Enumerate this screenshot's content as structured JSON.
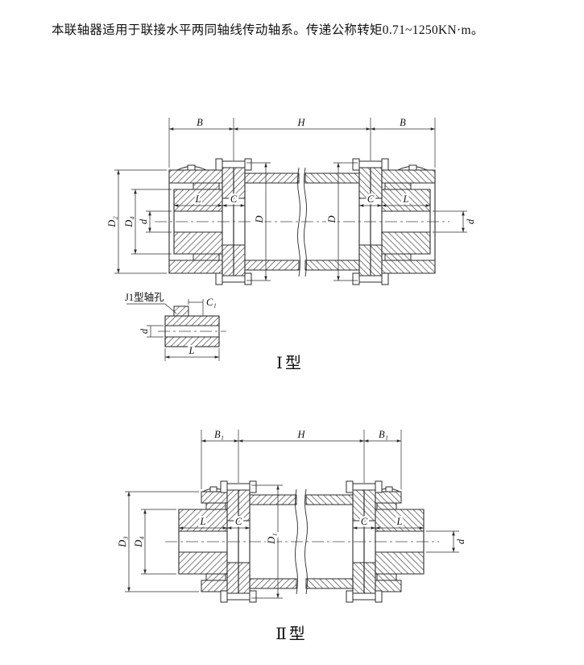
{
  "colors": {
    "ink": "#2b2b2b",
    "paper": "#ffffff"
  },
  "header": {
    "text": "本联轴器适用于联接水平两同轴线传动轴系。传递公称转矩0.71~1250KN·m。"
  },
  "figure_type1": {
    "title": "Ⅰ型",
    "dims": {
      "b_left": "B",
      "h": "H",
      "b_right": "B",
      "d2": "D₂",
      "d4": "D₄",
      "d_left": "d",
      "l_left": "L",
      "c_left": "C",
      "dia_left": "D",
      "dia_right": "D",
      "c_right": "C",
      "l_right": "L",
      "d_right": "d"
    },
    "detail": {
      "label": "J1型轴孔",
      "c1": "C₁",
      "l": "L",
      "d": "d"
    }
  },
  "figure_type2": {
    "title": "Ⅱ型",
    "dims": {
      "b1_left": "B₁",
      "h": "H",
      "b1_right": "B₁",
      "d3": "D₃",
      "d4": "D₄",
      "l_left": "L",
      "c_left": "C",
      "d1": "D₁",
      "c_right": "C",
      "l_right": "L",
      "d_right": "d"
    }
  }
}
